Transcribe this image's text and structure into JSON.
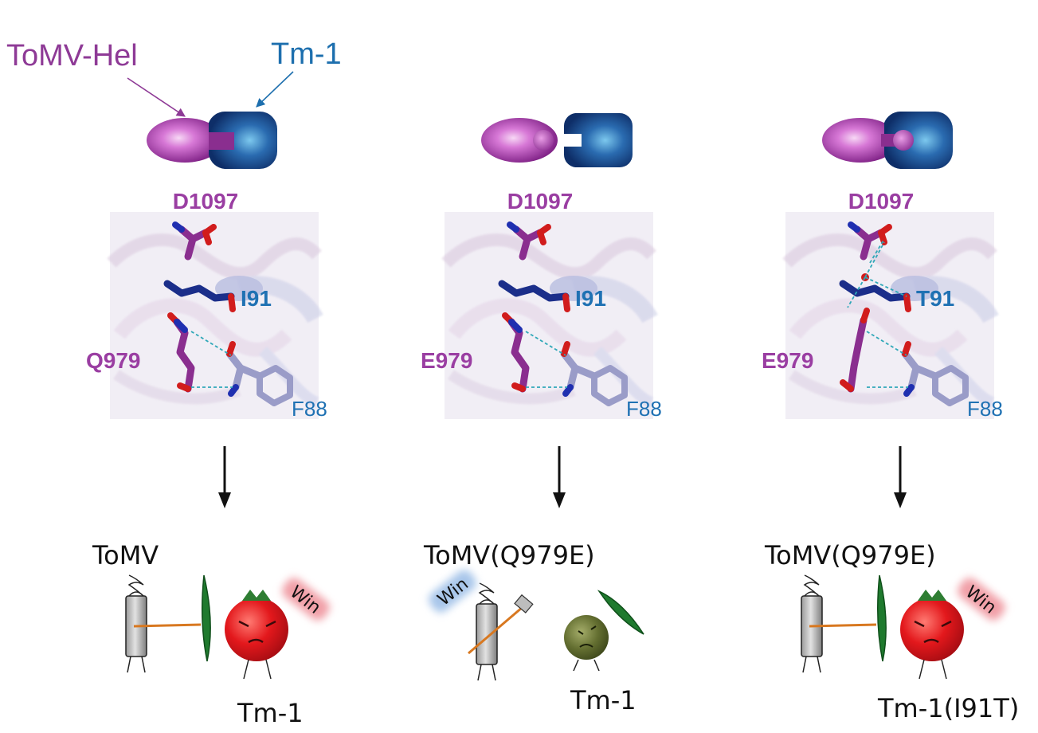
{
  "legend": {
    "helicase_label": "ToMV-Hel",
    "receptor_label": "Tm-1",
    "helicase_color": "#8e3a96",
    "receptor_color": "#1d6fae"
  },
  "colors": {
    "helicase_residue": "#9a3ea2",
    "receptor_residue": "#1f71b3",
    "blob_core": "#f1b6ef",
    "blob_rim": "#8f2f95",
    "cup_core": "#5fb2e0",
    "cup_rim": "#12386f",
    "stick_magenta": "#8a2e8f",
    "stick_navy": "#1b2e8a",
    "stick_lavender": "#9a9cc8",
    "oxygen": "#d11c1c",
    "nitrogen": "#1f2fb0",
    "hbond": "#2fa8b8",
    "tomato_red": "#e3181c",
    "tomato_green": "#5e6b2a",
    "win_glow_red": "#f1a0a8",
    "win_glow_blue": "#a8c6ea"
  },
  "panels": [
    {
      "state": "bound",
      "top_residue": "D1097",
      "mid_residue": "I91",
      "left_residue": "Q979",
      "bottom_residue": "F88",
      "virus_label": "ToMV",
      "host_label": "Tm-1",
      "win_label": "Win",
      "winner": "host"
    },
    {
      "state": "separated",
      "top_residue": "D1097",
      "mid_residue": "I91",
      "left_residue": "E979",
      "bottom_residue": "F88",
      "virus_label": "ToMV(Q979E)",
      "host_label": "Tm-1",
      "win_label": "Win",
      "winner": "virus"
    },
    {
      "state": "bound",
      "top_residue": "D1097",
      "mid_residue": "T91",
      "left_residue": "E979",
      "bottom_residue": "F88",
      "virus_label": "ToMV(Q979E)",
      "host_label": "Tm-1(I91T)",
      "win_label": "Win",
      "winner": "host"
    }
  ]
}
